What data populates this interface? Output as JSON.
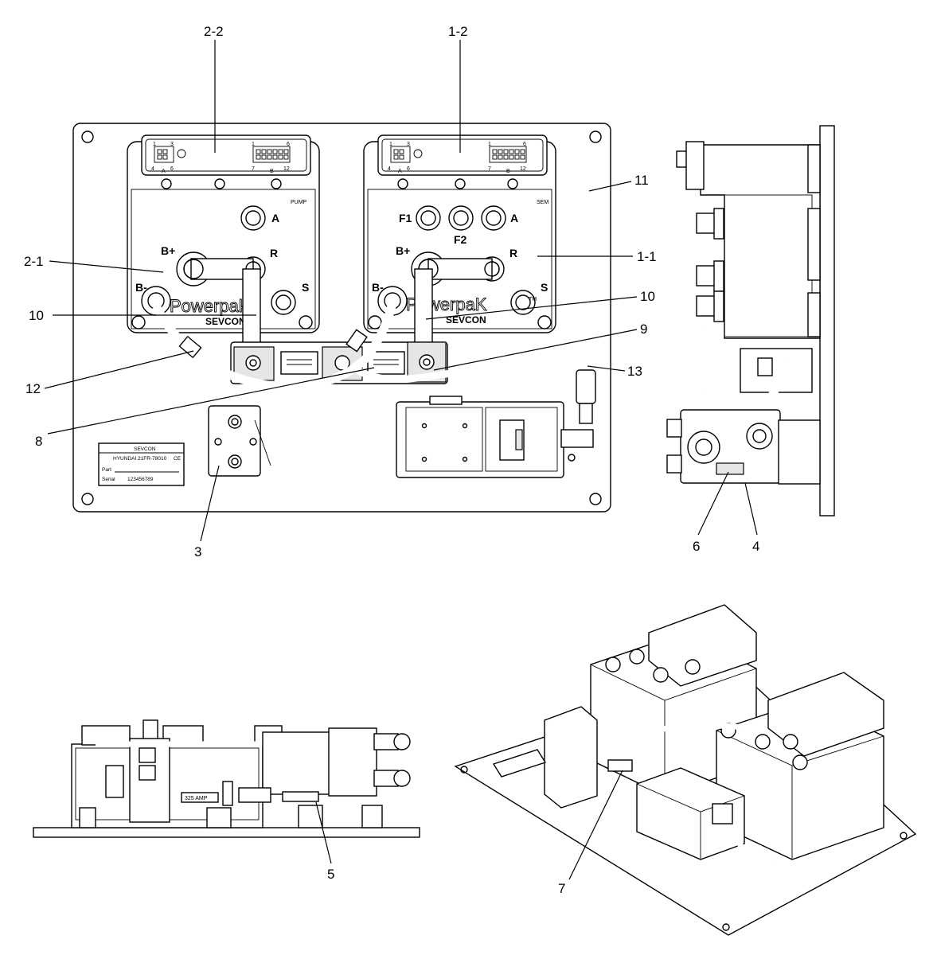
{
  "callouts": {
    "c2_2": "2-2",
    "c1_2": "1-2",
    "c11": "11",
    "c2_1": "2-1",
    "c1_1": "1-1",
    "c10a": "10",
    "c10b": "10",
    "c9": "9",
    "c13": "13",
    "c12": "12",
    "c8": "8",
    "c3": "3",
    "c6": "6",
    "c4": "4",
    "c5": "5",
    "c7": "7"
  },
  "left_controller": {
    "header": "PUMP",
    "terminals": {
      "a": "A",
      "bplus": "B+",
      "r": "R",
      "bminus": "B-",
      "s": "S"
    },
    "brand": "Powerpak",
    "maker": "SEVCON",
    "connector": {
      "a1": "1",
      "a3": "3",
      "a4": "4",
      "a6": "6",
      "a_label": "A",
      "b1": "1",
      "b6": "6",
      "b7": "7",
      "b12": "12",
      "b_label": "B"
    }
  },
  "right_controller": {
    "header": "SEM",
    "terminals": {
      "f1": "F1",
      "f2": "F2",
      "a": "A",
      "bplus": "B+",
      "r": "R",
      "bminus": "B-",
      "s": "S"
    },
    "brand": "PowerpaK",
    "tm": "TM",
    "maker": "SEVCON",
    "connector": {
      "a1": "1",
      "a3": "3",
      "a4": "4",
      "a6": "6",
      "a_label": "A",
      "b1": "1",
      "b6": "6",
      "b7": "7",
      "b12": "12",
      "b_label": "B"
    }
  },
  "nameplate": {
    "maker": "SEVCON",
    "model": "HYUNDAI 21FR-78010",
    "ce": "CE",
    "part_label": "Part",
    "serial_label": "Serial",
    "serial_value": "123456789"
  },
  "side_view": {
    "fuse_label": "325 AMP"
  }
}
